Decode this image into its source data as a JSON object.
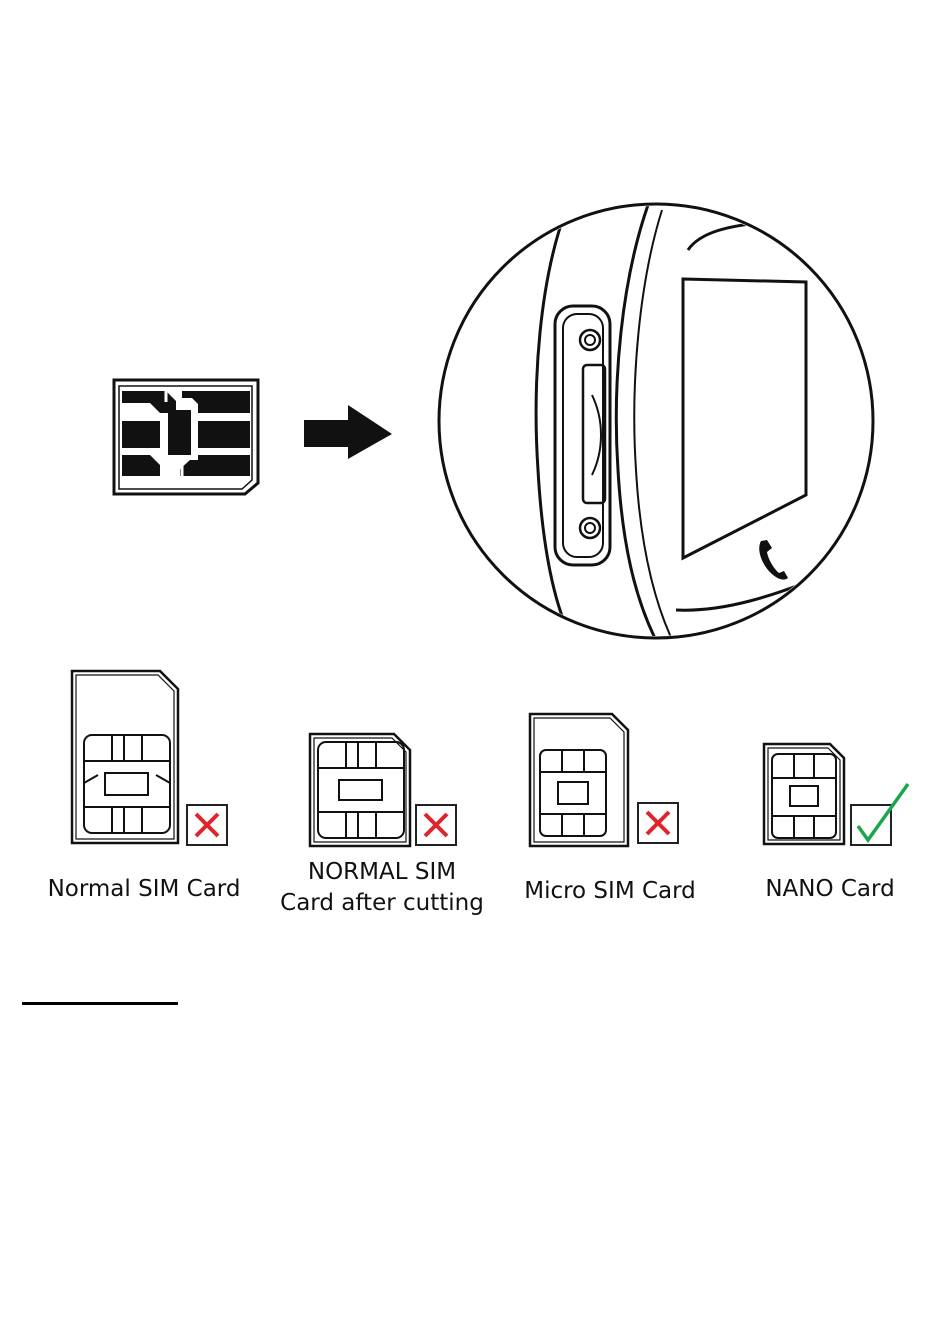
{
  "cards": [
    {
      "id": "normal",
      "label_lines": [
        "Normal SIM Card"
      ],
      "status": "cross-icon"
    },
    {
      "id": "normal-cut",
      "label_lines": [
        "NORMAL SIM",
        "Card after cutting"
      ],
      "status": "cross-icon"
    },
    {
      "id": "micro",
      "label_lines": [
        "Micro SIM Card"
      ],
      "status": "cross-icon"
    },
    {
      "id": "nano",
      "label_lines": [
        "NANO Card"
      ],
      "status": "check-icon"
    }
  ],
  "colors": {
    "line": "#111111",
    "cross": "#e0242b",
    "check": "#1aa64a"
  },
  "icons": {
    "arrow": "arrow-right-icon",
    "handset": "phone-handset-icon"
  }
}
